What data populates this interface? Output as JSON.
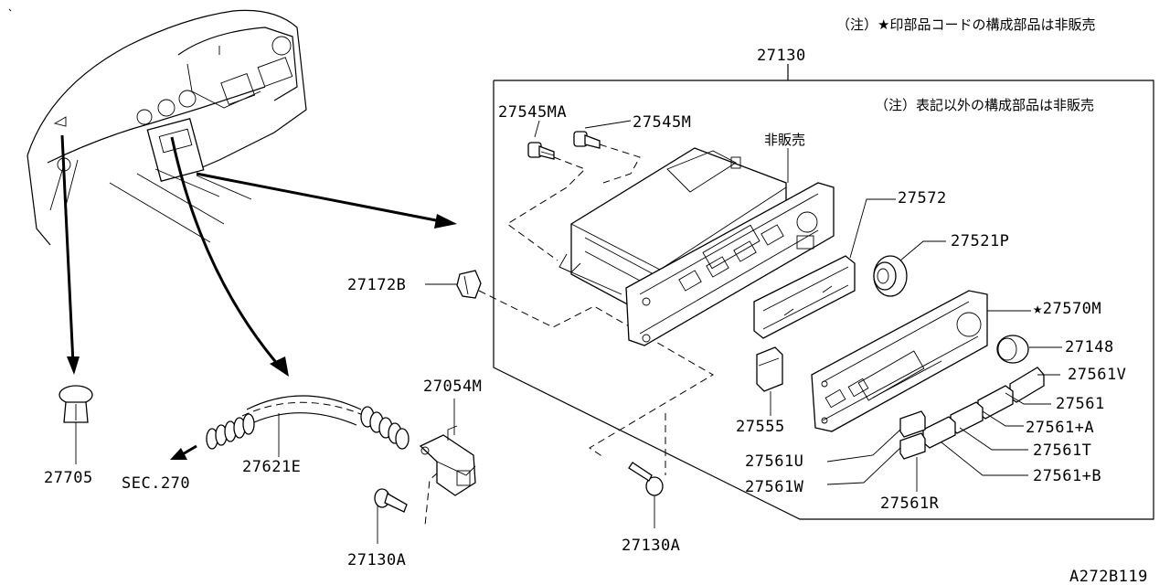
{
  "notes": {
    "top_right": "（注）★印部品コードの構成部品は非販売",
    "inner": "（注）表記以外の構成部品は非販売"
  },
  "labels": {
    "assembly": "27130",
    "p27545MA": "27545MA",
    "p27545M": "27545M",
    "not_sold": "非販売",
    "p27572": "27572",
    "p27521P": "27521P",
    "p27570M": "★27570M",
    "p27148": "27148",
    "p27561V": "27561V",
    "p27561": "27561",
    "p27561A": "27561+A",
    "p27561T": "27561T",
    "p27561B": "27561+B",
    "p27561U": "27561U",
    "p27561W": "27561W",
    "p27561R": "27561R",
    "p27555": "27555",
    "p27172B": "27172B",
    "p27054M": "27054M",
    "p27621E": "27621E",
    "p27130A_left": "27130A",
    "p27130A_right": "27130A",
    "p27705": "27705",
    "sec": "SEC.270",
    "figure_code": "A272B119"
  },
  "icons": [
    "dashboard-illustration",
    "heater-control-unit",
    "control-panel-face",
    "knob",
    "button-switch",
    "clip",
    "fastener",
    "connector",
    "hose-duct",
    "screw"
  ]
}
